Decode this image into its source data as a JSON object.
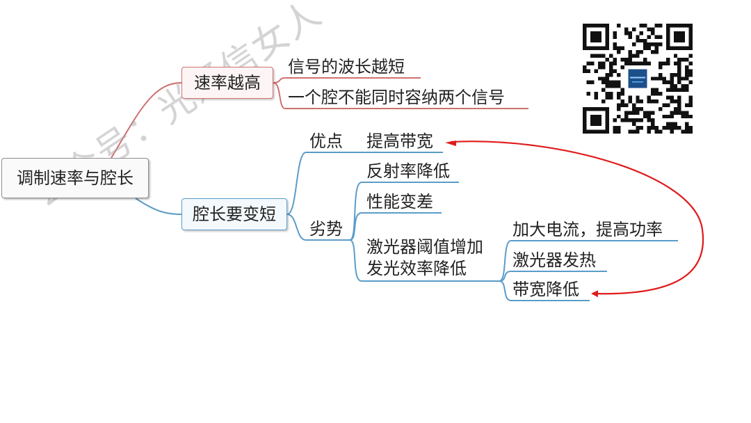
{
  "mindmap": {
    "root": "调制速率与腔长",
    "branch_rate": {
      "label": "速率越高",
      "items": [
        "信号的波长越短",
        "一个腔不能同时容纳两个信号"
      ]
    },
    "branch_cavity": {
      "label": "腔长要变短",
      "advantage": {
        "label": "优点",
        "item": "提高带宽"
      },
      "disadvantage": {
        "label": "劣势",
        "items": [
          "反射率降低",
          "性能变差"
        ],
        "threshold": {
          "line1": "激光器阈值增加",
          "line2": "发光效率降低",
          "items": [
            "加大电流，提高功率",
            "激光器发热",
            "带宽降低"
          ]
        }
      }
    }
  },
  "watermark": "公众号：光通信女人",
  "colors": {
    "red_branch": "#cf7070",
    "blue_branch": "#5a9cc8",
    "arrow": "#e01a1a"
  },
  "icons": [
    "qr-code-icon"
  ]
}
